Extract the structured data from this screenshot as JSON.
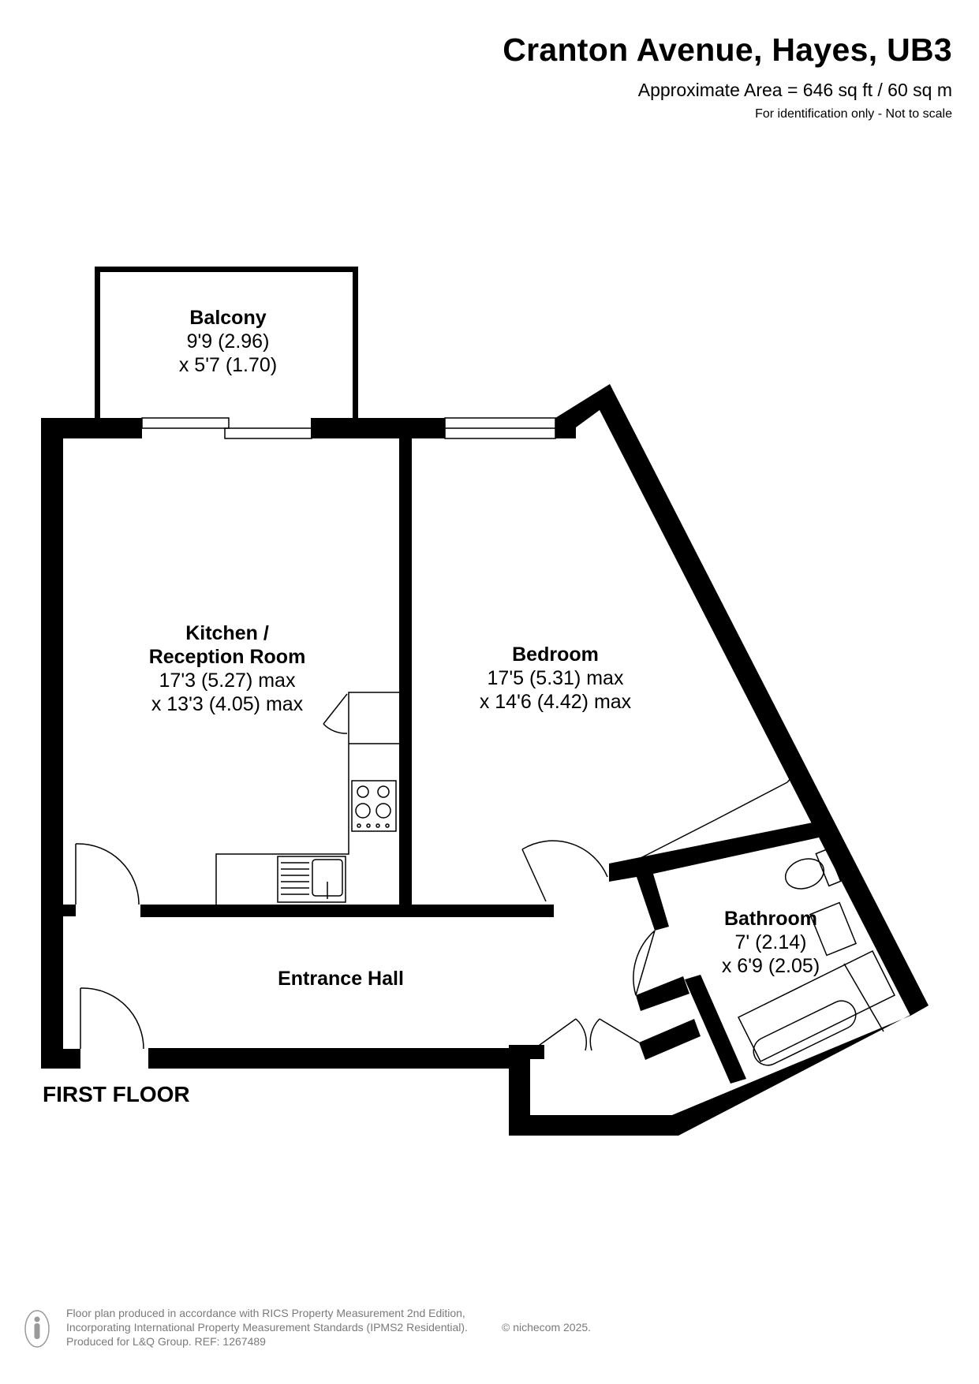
{
  "header": {
    "title": "Cranton Avenue, Hayes, UB3",
    "area": "Approximate Area = 646 sq ft / 60 sq m",
    "note": "For identification only - Not to scale"
  },
  "rooms": {
    "balcony": {
      "name": "Balcony",
      "line1": "9'9 (2.96)",
      "line2": "x 5'7 (1.70)"
    },
    "kitchen": {
      "name1": "Kitchen /",
      "name2": "Reception Room",
      "line1": "17'3 (5.27) max",
      "line2": "x 13'3 (4.05) max"
    },
    "bedroom": {
      "name": "Bedroom",
      "line1": "17'5 (5.31) max",
      "line2": "x 14'6 (4.42) max"
    },
    "bathroom": {
      "name": "Bathroom",
      "line1": "7' (2.14)",
      "line2": "x 6'9 (2.05)"
    },
    "hall": {
      "name": "Entrance Hall"
    }
  },
  "floor_label": "FIRST FLOOR",
  "footer": {
    "line1": "Floor plan produced in accordance with RICS Property Measurement 2nd Edition,",
    "line2": "Incorporating International Property Measurement Standards (IPMS2 Residential).",
    "copyright": "© nichecom 2025.",
    "line3": "Produced for L&Q Group.   REF:   1267489"
  },
  "colors": {
    "wall": "#000000",
    "background": "#ffffff",
    "footer_text": "#7a7a7a"
  }
}
